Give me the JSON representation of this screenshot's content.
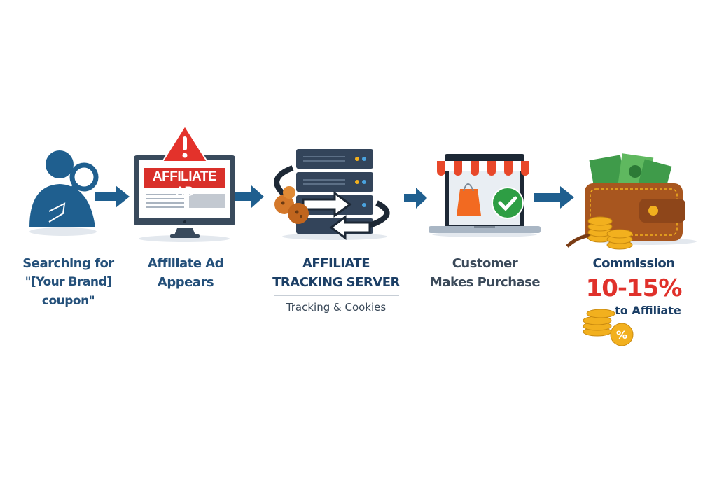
{
  "steps": [
    {
      "label_line1": "Searching for",
      "label_line2": "\"[Your Brand] coupon\"",
      "icon": "person-search-icon"
    },
    {
      "label_line1": "Affiliate Ad",
      "label_line2": "Appears",
      "icon": "monitor-ad-icon",
      "banner_text": "AFFILIATE AD"
    },
    {
      "label_line1": "AFFILIATE",
      "label_line2": "TRACKING SERVER",
      "sub_label": "Tracking & Cookies",
      "icon": "server-icon"
    },
    {
      "label_line1": "Customer",
      "label_line2": "Makes Purchase",
      "icon": "laptop-shop-icon"
    },
    {
      "label_line1": "Commission",
      "rate": "10-15%",
      "label_line3": "to Affiliate",
      "icon": "wallet-icon"
    }
  ],
  "colors": {
    "primary_blue": "#1f5f8f",
    "label_blue": "#24507a",
    "red": "#e0312b",
    "green": "#2e9e44",
    "orange": "#f26a21",
    "gold": "#f2b01e",
    "wallet_brown": "#a8561f"
  }
}
